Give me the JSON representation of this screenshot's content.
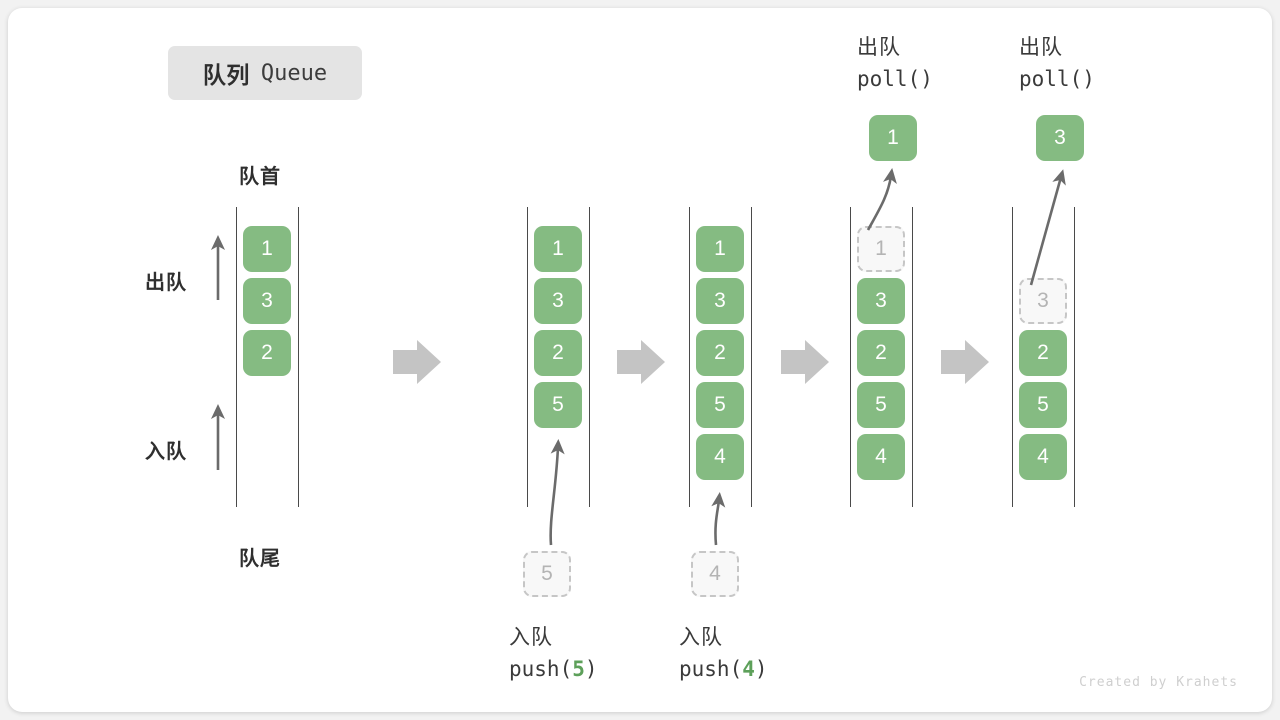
{
  "title": {
    "cn": "队列",
    "en": "Queue"
  },
  "labels": {
    "head": "队首",
    "tail": "队尾",
    "dequeue": "出队",
    "enqueue": "入队"
  },
  "watermark": "Created by Krahets",
  "colors": {
    "cell_green": "#85bb82",
    "ghost_border": "#c6c6c6",
    "ghost_text": "#b4b4b4",
    "rail": "#4a4a4a",
    "step_arrow": "#c4c4c4",
    "badge_bg": "#e4e4e4",
    "accent_number": "#5da05a"
  },
  "steps": [
    {
      "id": "initial",
      "cells": [
        "1",
        "3",
        "2"
      ],
      "ghost_cells": [],
      "op_cn": "",
      "op_code": "",
      "op_arg": "",
      "incoming": "",
      "popped": ""
    },
    {
      "id": "push-5",
      "cells": [
        "1",
        "3",
        "2",
        "5"
      ],
      "ghost_cells": [],
      "op_cn": "入队",
      "op_code_prefix": "push(",
      "op_arg": "5",
      "op_code_suffix": ")",
      "incoming": "5",
      "popped": ""
    },
    {
      "id": "push-4",
      "cells": [
        "1",
        "3",
        "2",
        "5",
        "4"
      ],
      "ghost_cells": [],
      "op_cn": "入队",
      "op_code_prefix": "push(",
      "op_arg": "4",
      "op_code_suffix": ")",
      "incoming": "4",
      "popped": ""
    },
    {
      "id": "poll-1",
      "cells": [
        "1",
        "3",
        "2",
        "5",
        "4"
      ],
      "ghost_index": 0,
      "op_cn": "出队",
      "op_code": "poll()",
      "popped": "1"
    },
    {
      "id": "poll-3",
      "cells": [
        "",
        "3",
        "2",
        "5",
        "4"
      ],
      "ghost_index": 1,
      "op_cn": "出队",
      "op_code": "poll()",
      "popped": "3"
    }
  ]
}
